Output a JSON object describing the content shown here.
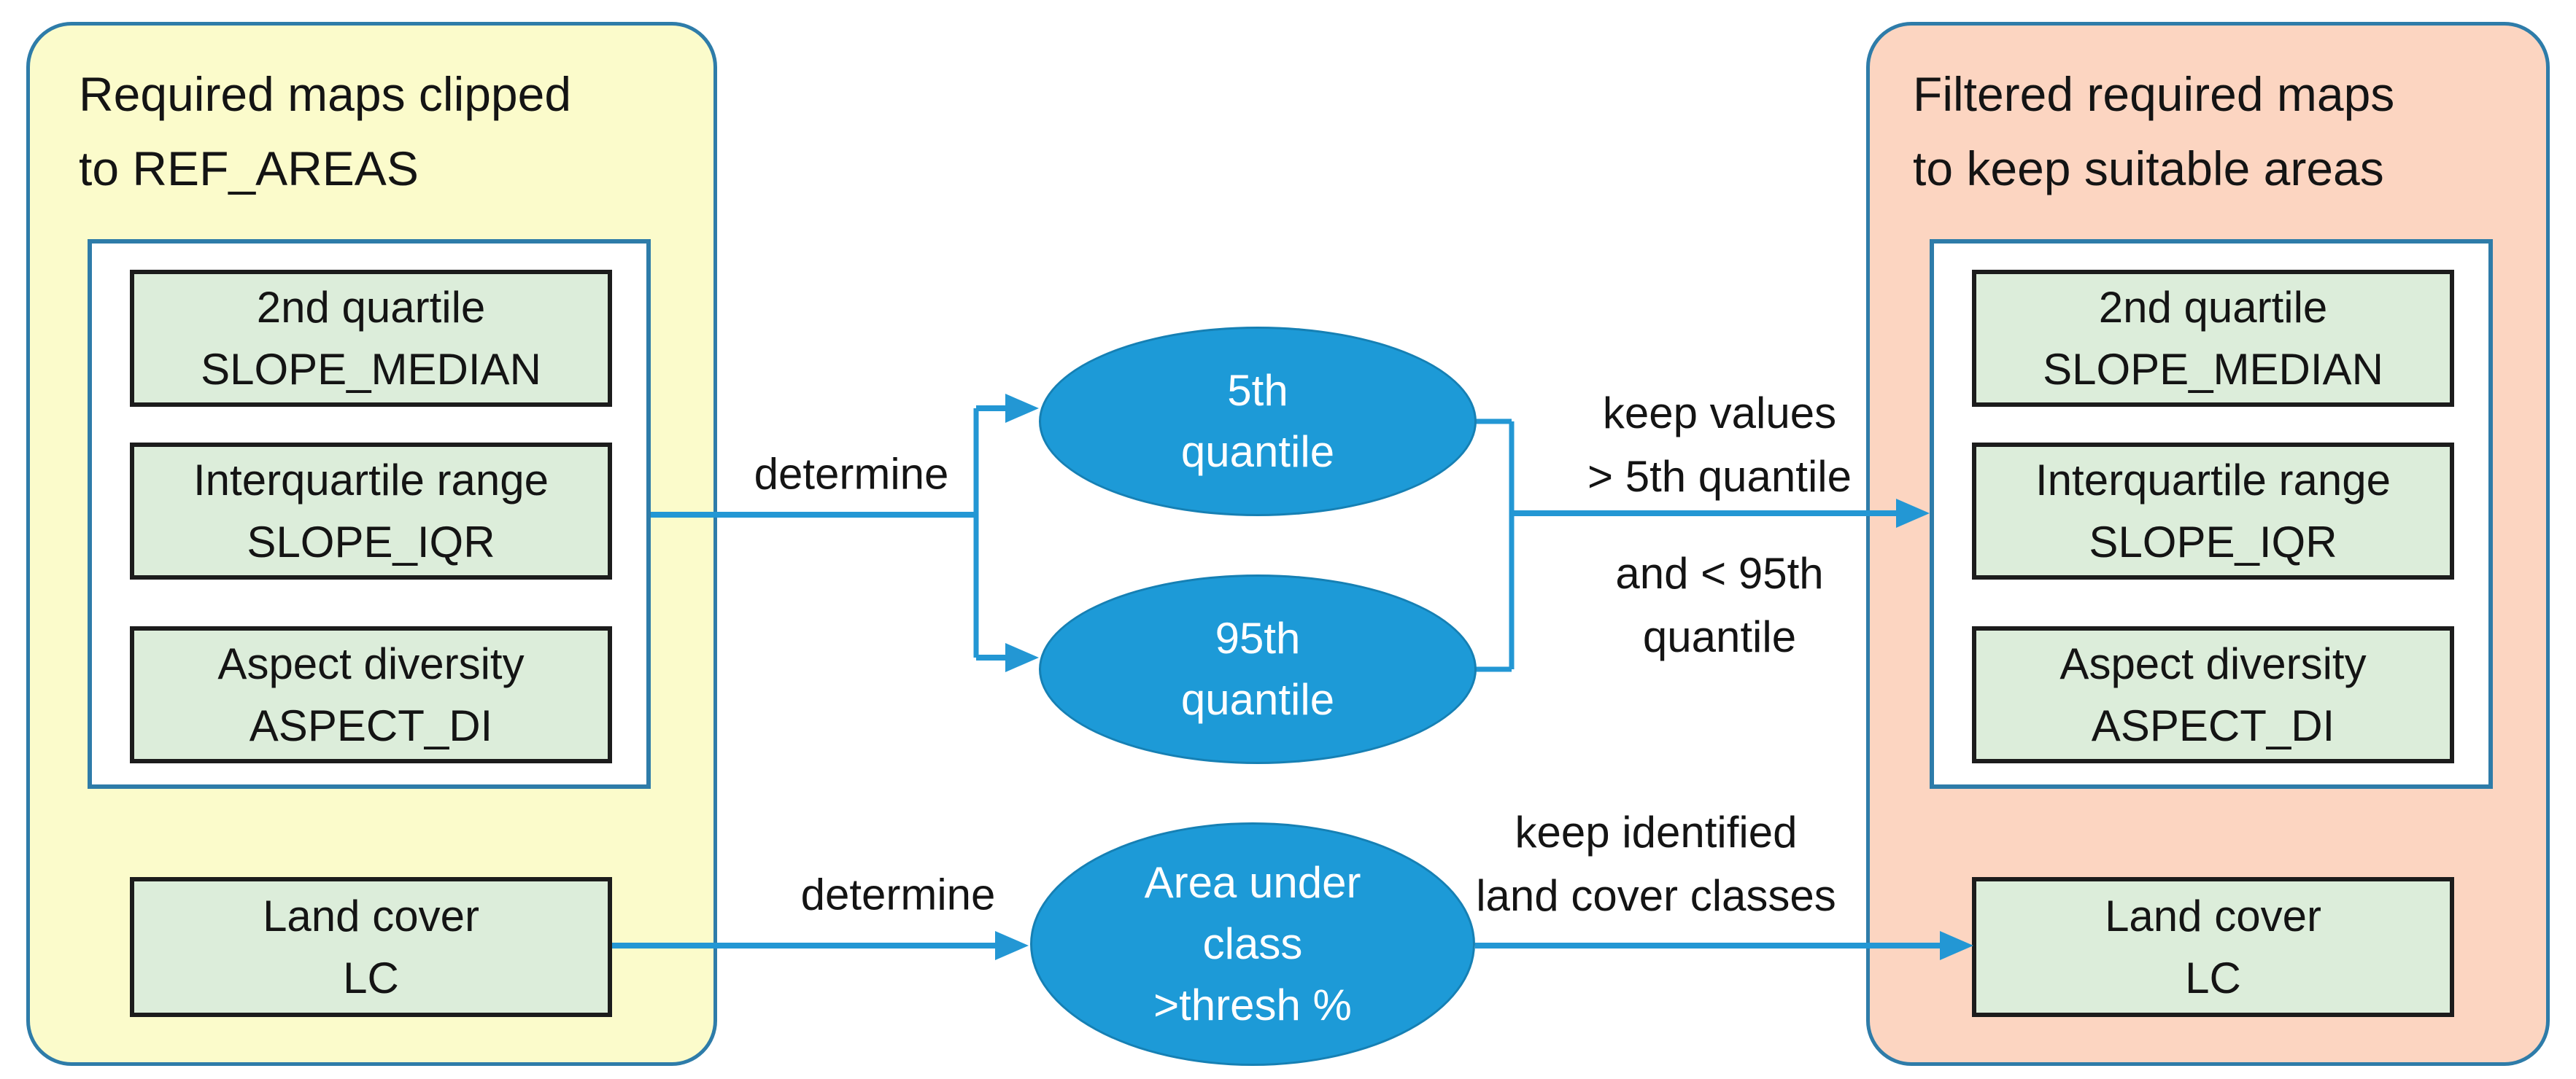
{
  "colors": {
    "panel_yellow_fill": "#FBFBCB",
    "panel_salmon_fill": "#FCD5C1",
    "panel_border_blue": "#2E7CA9",
    "inner_box_fill": "#FFFFFF",
    "map_box_fill": "#DCEDDA",
    "map_box_border": "#1C1C1C",
    "ellipse_fill": "#1D9AD7",
    "arrow_blue": "#2397D4",
    "text_dark": "#141414",
    "text_white": "#FFFFFF"
  },
  "left_panel": {
    "title_line1": "Required maps clipped",
    "title_line2": "to REF_AREAS",
    "boxes": [
      {
        "line1": "2nd quartile",
        "line2": "SLOPE_MEDIAN"
      },
      {
        "line1": "Interquartile range",
        "line2": "SLOPE_IQR"
      },
      {
        "line1": "Aspect diversity",
        "line2": "ASPECT_DI"
      }
    ],
    "land_cover": {
      "line1": "Land cover",
      "line2": "LC"
    }
  },
  "right_panel": {
    "title_line1": "Filtered required maps",
    "title_line2": "to keep suitable areas",
    "boxes": [
      {
        "line1": "2nd quartile",
        "line2": "SLOPE_MEDIAN"
      },
      {
        "line1": "Interquartile range",
        "line2": "SLOPE_IQR"
      },
      {
        "line1": "Aspect diversity",
        "line2": "ASPECT_DI"
      }
    ],
    "land_cover": {
      "line1": "Land cover",
      "line2": "LC"
    }
  },
  "process": {
    "determine_top": "determine",
    "determine_bottom": "determine",
    "ellipse_q5": {
      "line1": "5th",
      "line2": "quantile"
    },
    "ellipse_q95": {
      "line1": "95th",
      "line2": "quantile"
    },
    "ellipse_area": {
      "line1": "Area under",
      "line2": "class",
      "line3": ">thresh %"
    },
    "labels": {
      "keep_values_1": "keep values",
      "keep_values_2": "> 5th quantile",
      "and_less_1": "and < 95th",
      "and_less_2": "quantile",
      "keep_identified_1": "keep identified",
      "keep_identified_2": "land cover classes"
    }
  }
}
